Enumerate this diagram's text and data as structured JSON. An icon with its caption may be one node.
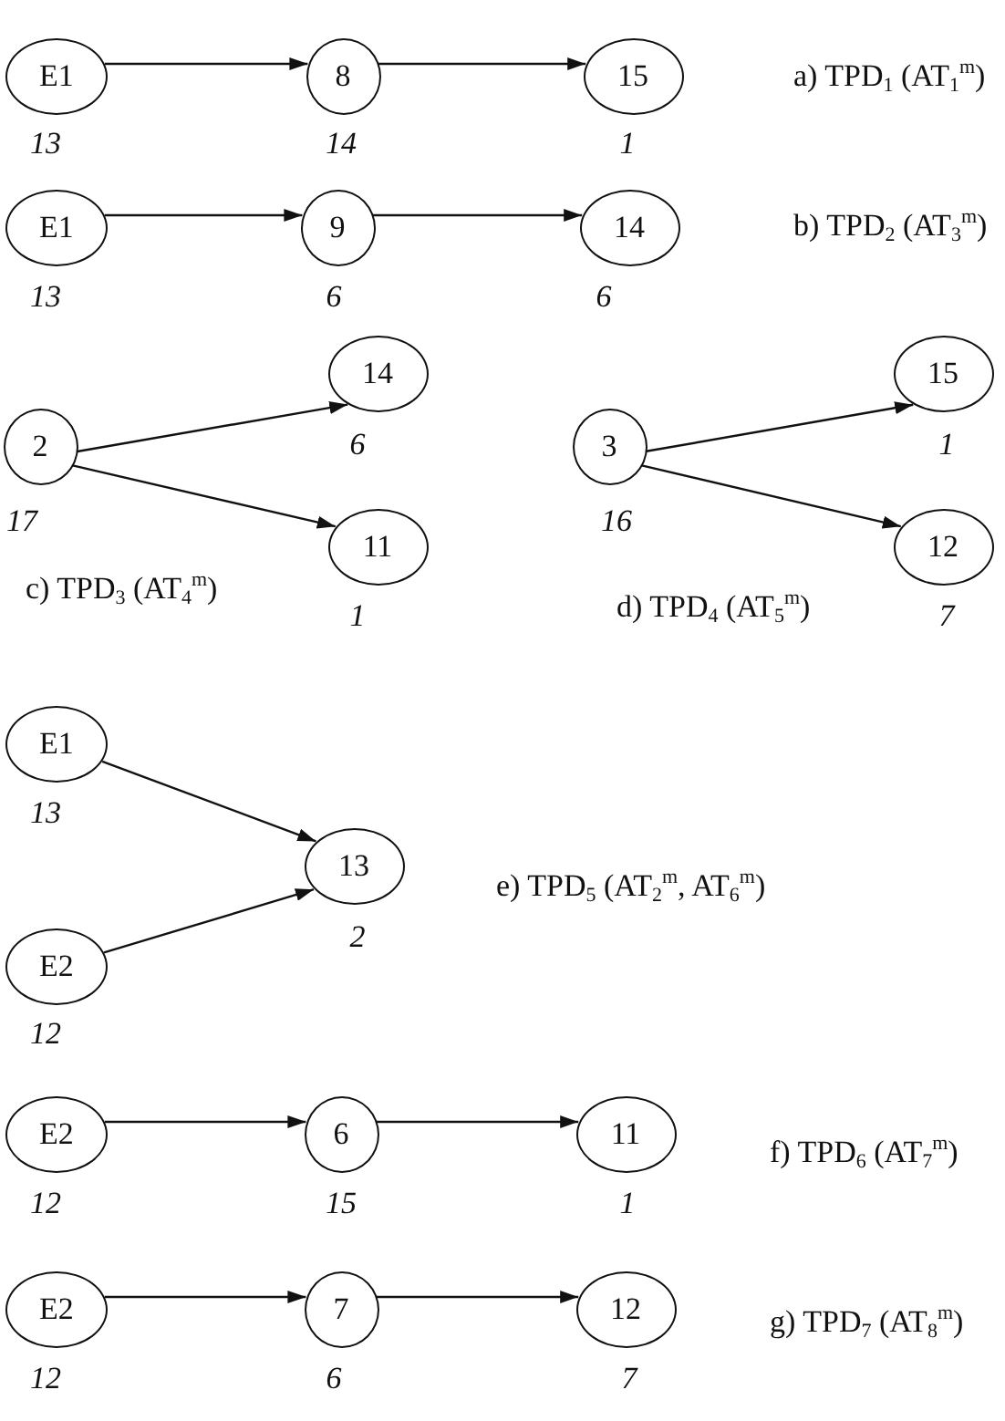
{
  "diagram": {
    "nodes": [
      {
        "text": [
          "E1"
        ],
        "beside": [
          "13"
        ]
      },
      {
        "text": [
          "8"
        ],
        "beside": [
          "14"
        ]
      },
      {
        "text": [
          "15"
        ],
        "beside": [
          "1"
        ]
      },
      {
        "text": [
          "E1"
        ],
        "beside": [
          "13"
        ]
      },
      {
        "text": [
          "9"
        ],
        "beside": [
          "6"
        ]
      },
      {
        "text": [
          "14"
        ],
        "beside": [
          "6"
        ]
      },
      {
        "text": [
          "2"
        ],
        "beside": [
          "17"
        ]
      },
      {
        "text": [
          "14"
        ],
        "beside": [
          "6"
        ]
      },
      {
        "text": [
          "11"
        ],
        "beside": [
          "1"
        ]
      },
      {
        "text": [
          "3"
        ],
        "beside": [
          "16"
        ]
      },
      {
        "text": [
          "15"
        ],
        "beside": [
          "1"
        ]
      },
      {
        "text": [
          "12"
        ],
        "beside": [
          "7"
        ]
      },
      {
        "text": [
          "E1"
        ],
        "beside": [
          "13"
        ]
      },
      {
        "text": [
          "13"
        ],
        "beside": [
          "2"
        ]
      },
      {
        "text": [
          "E2"
        ],
        "beside": [
          "12"
        ]
      },
      {
        "text": [
          "E2"
        ],
        "beside": [
          "12"
        ]
      },
      {
        "text": [
          "6"
        ],
        "beside": [
          "15"
        ]
      },
      {
        "text": [
          "11"
        ],
        "beside": [
          "1"
        ]
      },
      {
        "text": [
          "E2"
        ],
        "beside": [
          "12"
        ]
      },
      {
        "text": [
          "7"
        ],
        "beside": [
          "6"
        ]
      },
      {
        "text": [
          "12"
        ],
        "beside": [
          "7"
        ]
      }
    ],
    "edges": [
      {
        "from": 0,
        "to": 1,
        "arrow": "to"
      },
      {
        "from": 1,
        "to": 2,
        "arrow": "to"
      },
      {
        "from": 3,
        "to": 4,
        "arrow": "to"
      },
      {
        "from": 4,
        "to": 5,
        "arrow": "to"
      },
      {
        "from": 6,
        "to": 7,
        "arrow": "to"
      },
      {
        "from": 6,
        "to": 8,
        "arrow": "to"
      },
      {
        "from": 9,
        "to": 10,
        "arrow": "to"
      },
      {
        "from": 9,
        "to": 11,
        "arrow": "to"
      },
      {
        "from": 12,
        "to": 13,
        "arrow": "to"
      },
      {
        "from": 14,
        "to": 13,
        "arrow": "to"
      },
      {
        "from": 15,
        "to": 16,
        "arrow": "to"
      },
      {
        "from": 16,
        "to": 17,
        "arrow": "to"
      },
      {
        "from": 18,
        "to": 19,
        "arrow": "to"
      },
      {
        "from": 19,
        "to": 20,
        "arrow": "to"
      }
    ],
    "labels": [
      "a) TPD$_{1}$ (AT$_{1}$$^{m}$)",
      "b) TPD$_{2}$ (AT$_{3}$$^{m}$)",
      "c) TPD$_{3}$ (AT$_{4}$$^{m}$)",
      "d) TPD$_{4}$ (AT$_{5}$$^{m}$)",
      "e) TPD$_{5}$ (AT$_{2}$$^{m}$, AT$_{6}$$^{m}$)",
      "f) TPD$_{6}$ (AT$_{7}$$^{m}$)",
      "g) TPD$_{7}$ (AT$_{8}$$^{m}$)"
    ]
  }
}
